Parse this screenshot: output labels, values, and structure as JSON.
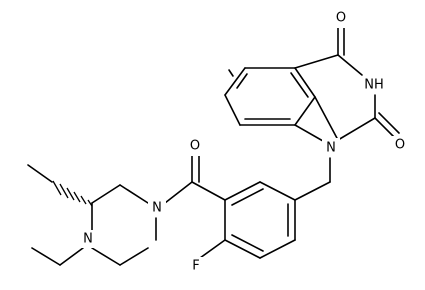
{
  "atom_labels": {
    "o_top": "O",
    "nh": "NH",
    "o_right": "O",
    "n1": "N",
    "o_carbonyl": "O",
    "n_amide": "N",
    "n_ethyl": "N",
    "f": "F"
  },
  "colors": {
    "bond": "#000000",
    "background": "#ffffff"
  }
}
